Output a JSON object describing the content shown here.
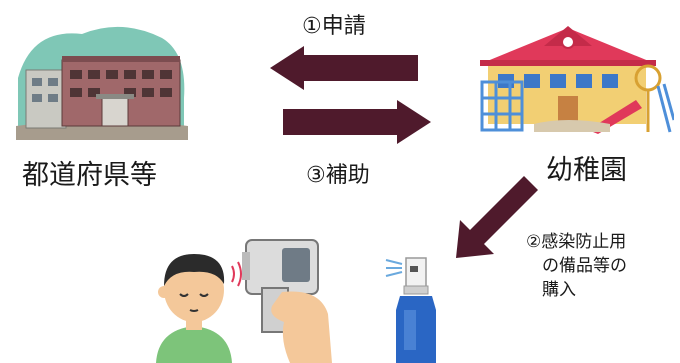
{
  "nodes": {
    "prefecture": {
      "label": "都道府県等"
    },
    "kindergarten": {
      "label": "幼稚園"
    }
  },
  "flows": {
    "application": {
      "label": "①申請"
    },
    "subsidy": {
      "label": "③補助"
    },
    "purchase": {
      "lines": [
        "②感染防止用",
        "の備品等の",
        "購入"
      ]
    }
  },
  "colors": {
    "arrow": "#4f1a2c",
    "roof": "#e0395a",
    "wall": "#f2cf73",
    "bottle": "#2a66c4"
  },
  "icons": [
    "government-building-icon",
    "kindergarten-building-icon",
    "thermometer-check-icon",
    "spray-bottle-icon"
  ]
}
